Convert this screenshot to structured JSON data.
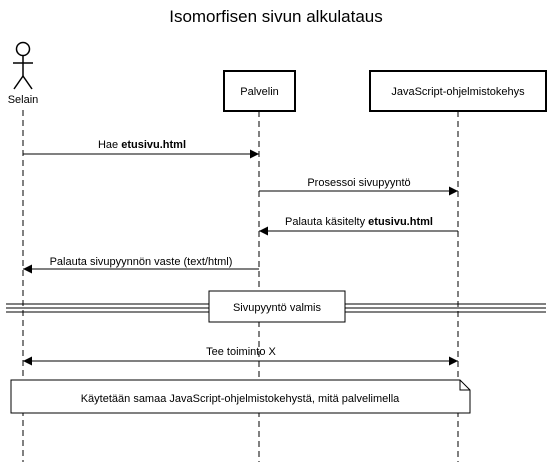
{
  "title": "Isomorfisen sivun alkulataus",
  "participants": {
    "browser": "Selain",
    "server": "Palvelin",
    "framework": "JavaScript-ohjelmistokehys"
  },
  "messages": {
    "m1_prefix": "Hae ",
    "m1_bold": "etusivu.html",
    "m2": "Prosessoi sivupyyntö",
    "m3_prefix": "Palauta käsitelty ",
    "m3_bold": "etusivu.html",
    "m4": "Palauta sivupyynnön vaste (text/html)",
    "divider": "Sivupyyntö valmis",
    "m5": "Tee toiminto X"
  },
  "note": "Käytetään samaa JavaScript-ohjelmistokehystä, mitä palvelimella"
}
